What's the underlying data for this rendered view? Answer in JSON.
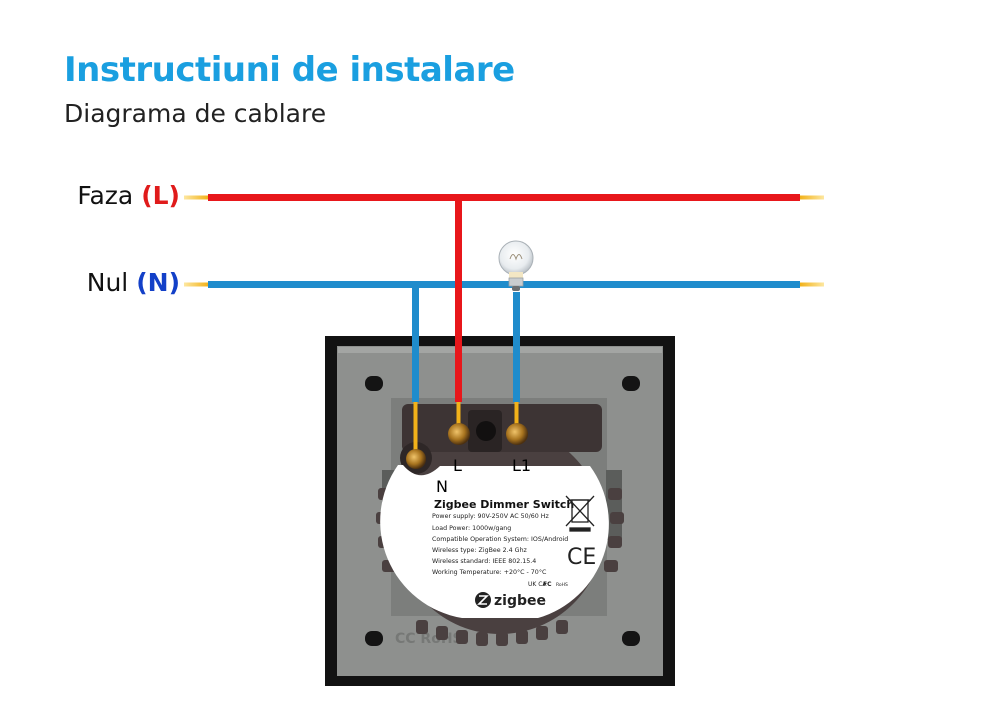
{
  "header": {
    "title": "Instructiuni de instalare",
    "subtitle": "Diagrama de cablare"
  },
  "wires": {
    "phase": {
      "label": "Faza",
      "code": "(L)",
      "color": "#e8171b"
    },
    "neutral": {
      "label": "Nul",
      "code": "(N)",
      "color": "#1f8ccc"
    }
  },
  "terminals": {
    "n": "N",
    "l": "L",
    "l1": "L1"
  },
  "device_label": {
    "heading": "Zigbee Dimmer Switch",
    "specs": [
      "Power supply: 90V-250V AC 50/60 Hz",
      "Load Power: 1000w/gang",
      "Compatible Operation System: IOS/Android",
      "Wireless type: ZigBee 2.4 Ghz",
      "Wireless standard: IEEE 802.15.4",
      "Working Temperature: +20°C - 70°C"
    ],
    "ce_mark": "CE",
    "ukca_mark": "UK CA",
    "fcc_mark": "FC",
    "rohs_mark": "RoHS",
    "brand": "zigbee"
  },
  "plate_marking": "CC RoHS",
  "colors": {
    "title": "#1a9fe0",
    "plate": "#8e908e",
    "plate_frame": "#121212",
    "module": "#4a4040"
  }
}
